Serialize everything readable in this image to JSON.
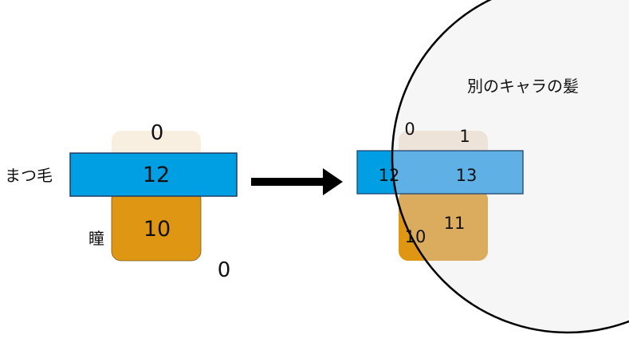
{
  "left": {
    "top_value": "0",
    "eyelash_value": "12",
    "pupil_value": "10",
    "outside_value": "0",
    "eyelash_label": "まつ毛",
    "pupil_label": "瞳"
  },
  "right": {
    "top_left_value": "0",
    "top_right_value": "1",
    "eyelash_left_value": "12",
    "eyelash_right_value": "13",
    "pupil_left_value": "10",
    "pupil_right_value": "11",
    "hair_label": "別のキャラの髪"
  },
  "colors": {
    "eyelash": "#009ee3",
    "eyelash_overlap": "#5eb0e5",
    "pupil": "#de9613",
    "pupil_overlap": "#dbac5e",
    "top": "#f8efe1",
    "top_overlap": "#ede3d8",
    "hair": "#efeff0",
    "arrow": "#000000"
  }
}
